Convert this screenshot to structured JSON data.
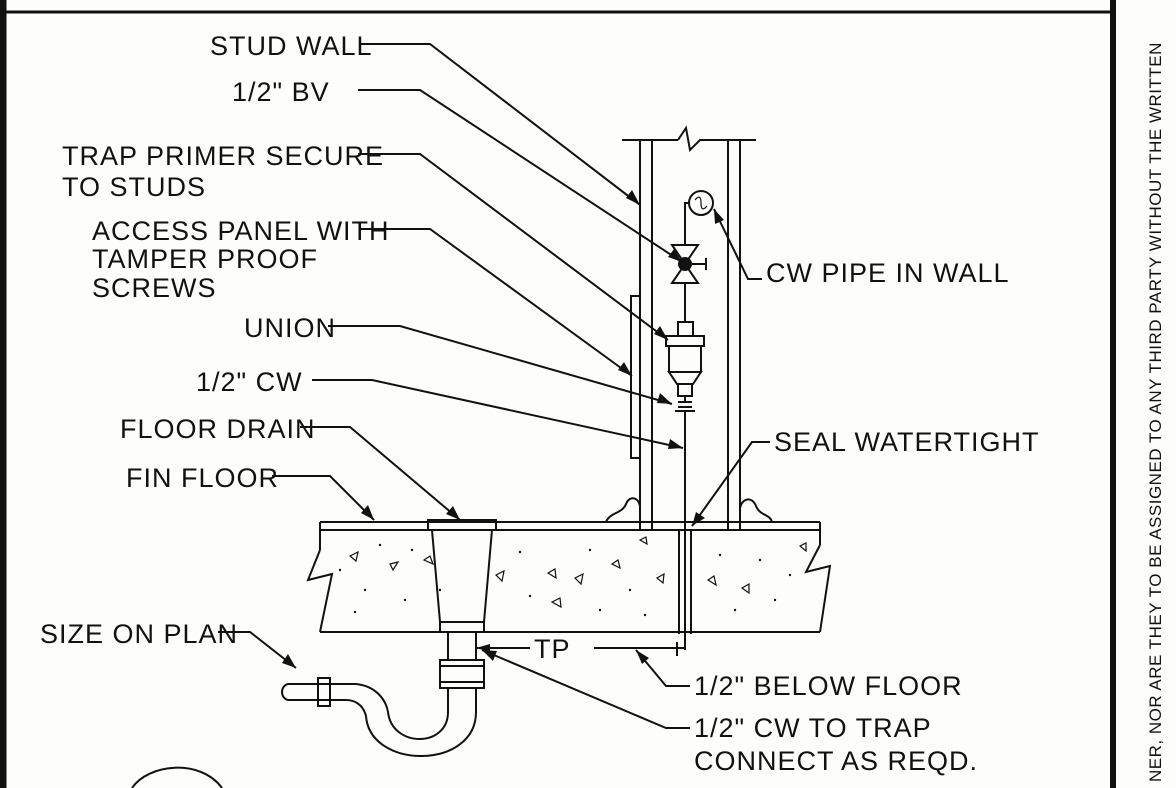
{
  "labels": {
    "stud_wall": "STUD WALL",
    "ball_valve": "1/2\" BV",
    "trap_primer_l1": "TRAP PRIMER SECURE",
    "trap_primer_l2": "TO STUDS",
    "access_panel_l1": "ACCESS PANEL WITH",
    "access_panel_l2": "TAMPER PROOF",
    "access_panel_l3": "SCREWS",
    "union": "UNION",
    "cw_half": "1/2\" CW",
    "floor_drain": "FLOOR DRAIN",
    "fin_floor": "FIN FLOOR",
    "size_on_plan": "SIZE ON PLAN",
    "cw_pipe_in_wall": "CW PIPE IN WALL",
    "seal_watertight": "SEAL WATERTIGHT",
    "tp": "TP",
    "below_floor": "1/2\" BELOW FLOOR",
    "cw_to_trap_l1": "1/2\" CW TO TRAP",
    "cw_to_trap_l2": "CONNECT AS REQD."
  },
  "side_note": "NER, NOR ARE THEY TO BE ASSIGNED TO ANY THIRD PARTY WITHOUT THE WRITTEN"
}
